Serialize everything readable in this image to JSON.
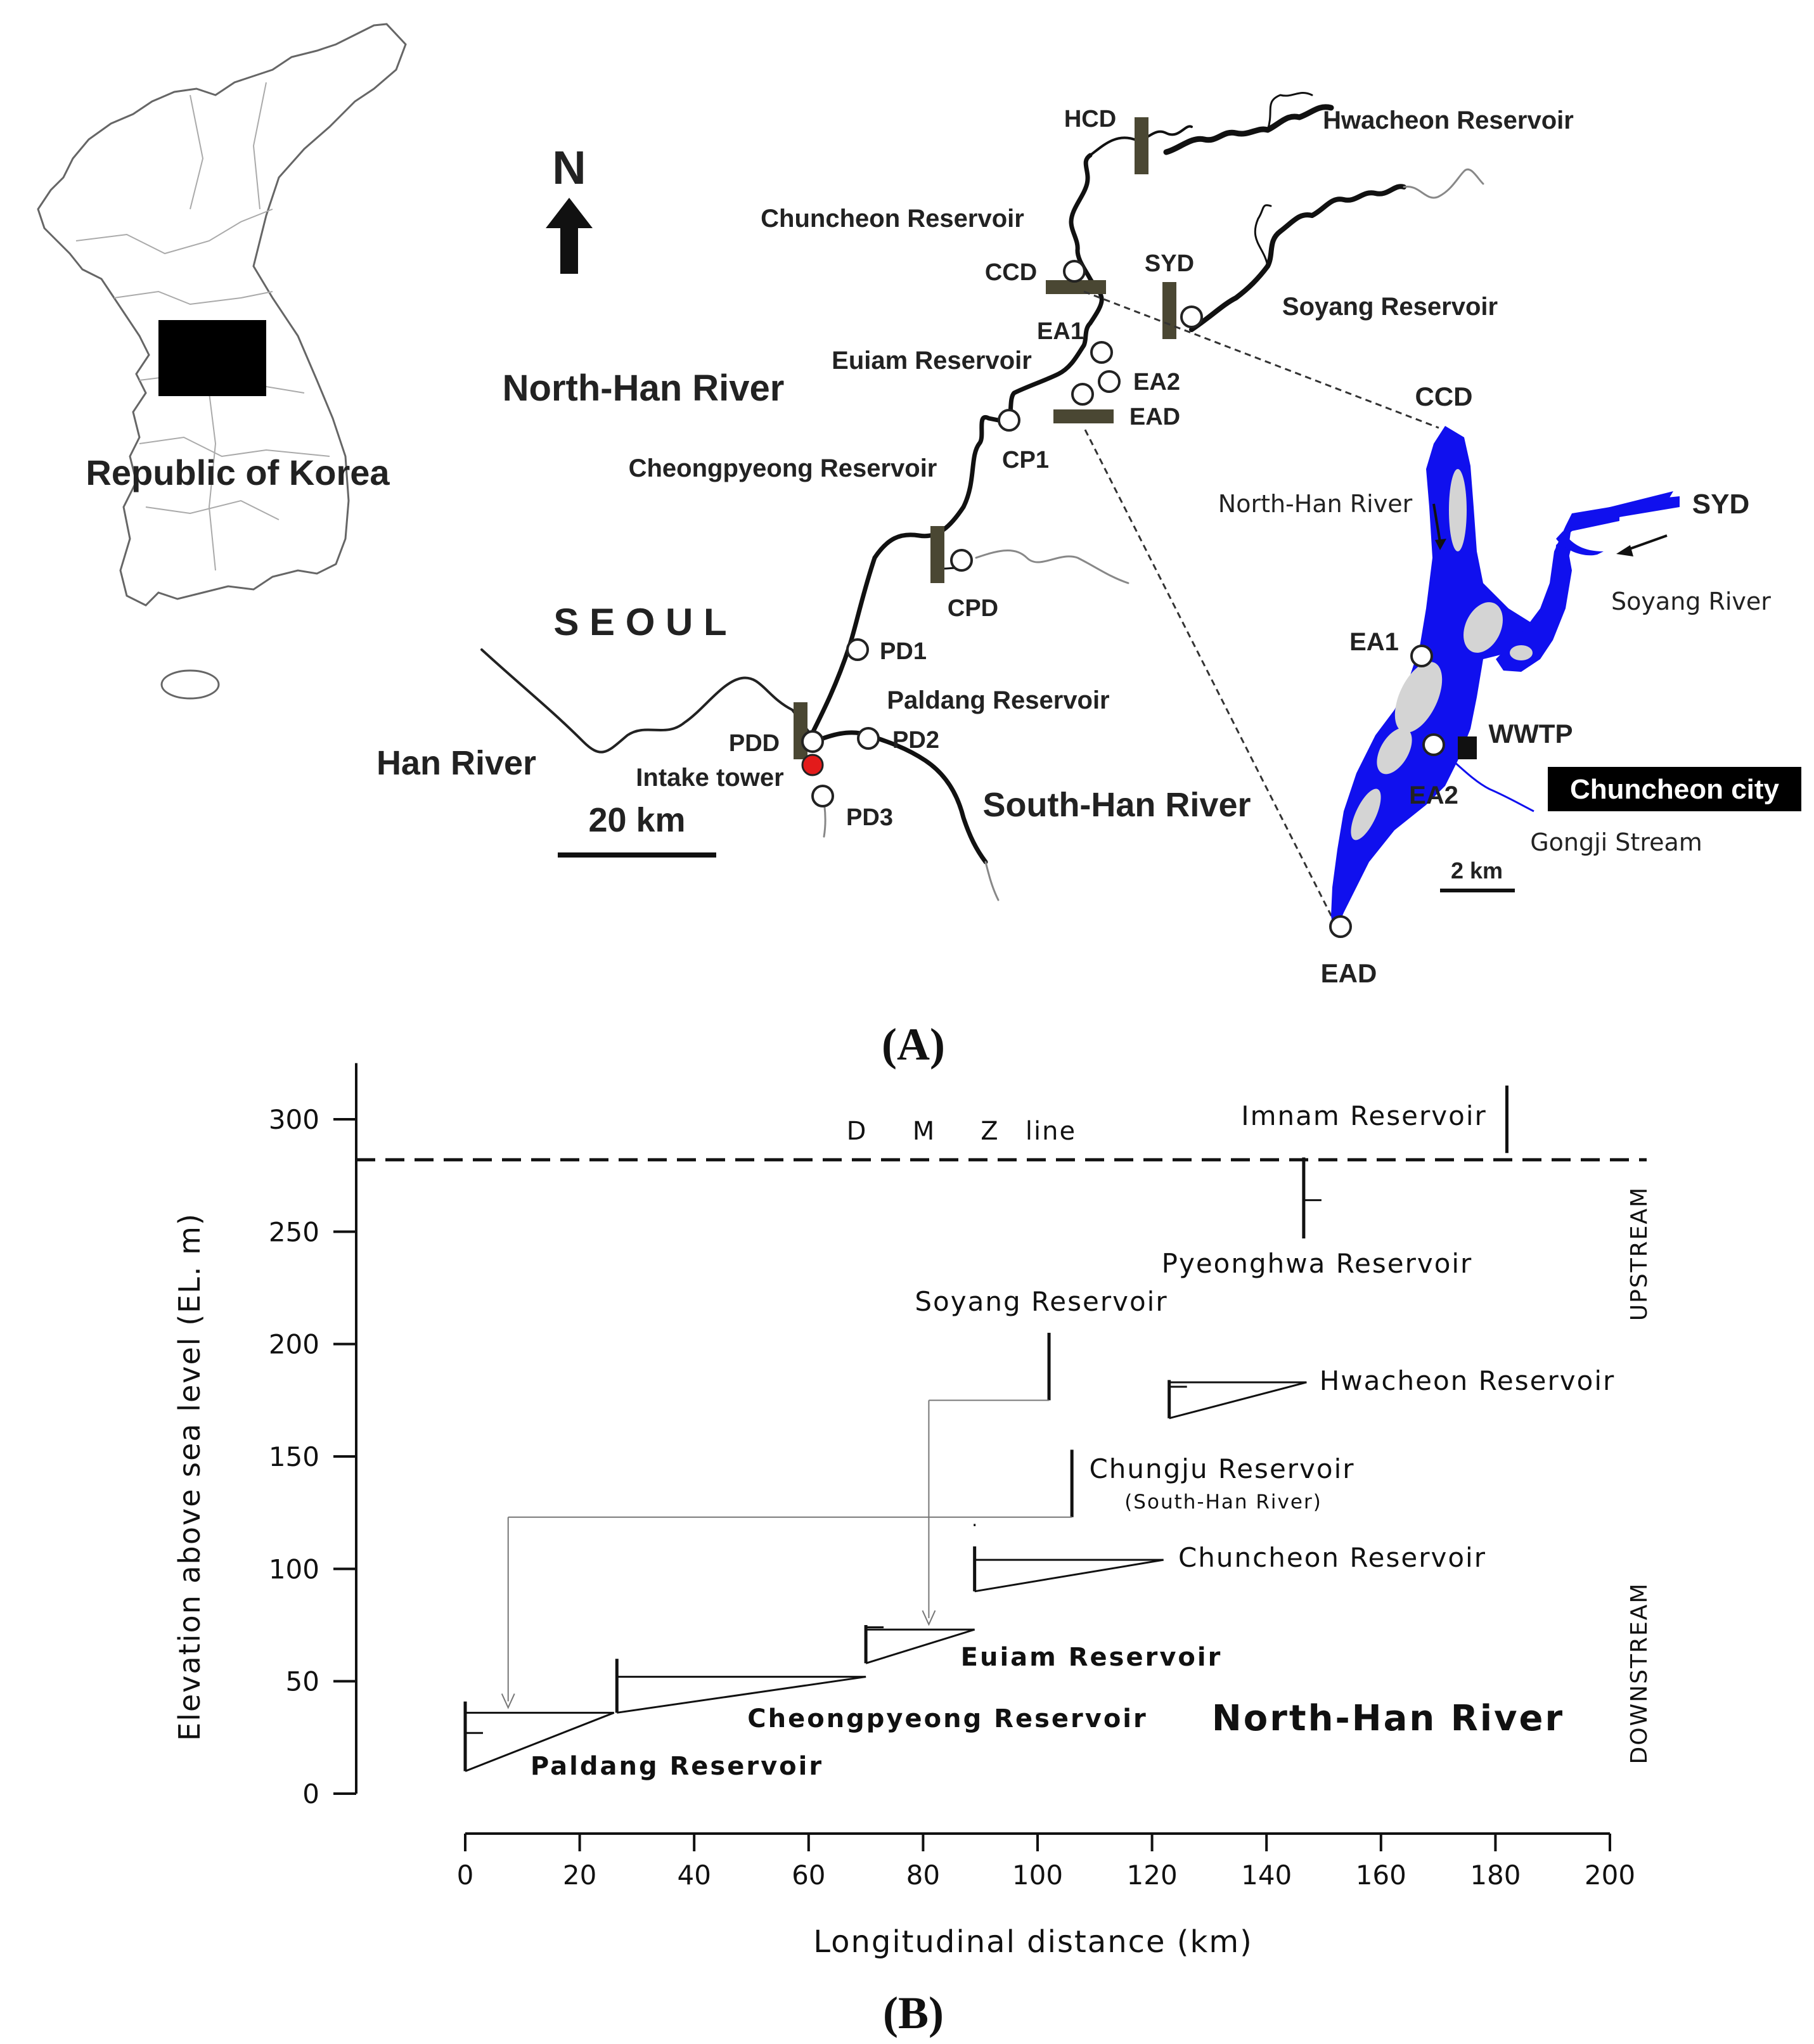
{
  "panel_a": {
    "caption": "(A)",
    "korea_inset": {
      "label": "Republic of Korea"
    },
    "north_arrow": "N",
    "places": {
      "seoul": "S E O U L",
      "han_river": "Han River",
      "north_han_river": "North-Han River",
      "south_han_river": "South-Han River",
      "intake_tower": "Intake tower"
    },
    "reservoirs": {
      "hwacheon": "Hwacheon Reservoir",
      "chuncheon": "Chuncheon Reservoir",
      "soyang": "Soyang Reservoir",
      "euiam": "Euiam Reservoir",
      "cheongpyeong": "Cheongpyeong Reservoir",
      "paldang": "Paldang Reservoir"
    },
    "dams": [
      "HCD",
      "CCD",
      "SYD",
      "EAD",
      "CPD",
      "PDD"
    ],
    "stations": [
      "EA1",
      "EA2",
      "CP1",
      "PD1",
      "PD2",
      "PD3"
    ],
    "scale_bar": "20 km",
    "inset_detail": {
      "ccd": "CCD",
      "syd": "SYD",
      "ead": "EAD",
      "north_han_river": "North-Han River",
      "soyang_river": "Soyang River",
      "ea1": "EA1",
      "ea2": "EA2",
      "wwtp": "WWTP",
      "chuncheon_city": "Chuncheon city",
      "gongji_stream": "Gongji Stream",
      "scale_bar": "2 km"
    },
    "colors": {
      "dam": "#4a4733",
      "intake": "#e31b1b",
      "inset_water": "#1010ee",
      "inset_island": "#d4d4d4"
    }
  },
  "panel_b": {
    "caption": "(B)",
    "chart_data": {
      "type": "line",
      "xlabel": "Longitudinal distance (km)",
      "ylabel": "Elevation above sea level (EL. m)",
      "xlim": [
        0,
        200
      ],
      "ylim": [
        0,
        300
      ],
      "x_ticks": [
        "0",
        "20",
        "40",
        "60",
        "80",
        "100",
        "120",
        "140",
        "160",
        "180",
        "200"
      ],
      "y_ticks": [
        "0",
        "50",
        "100",
        "150",
        "200",
        "250",
        "300"
      ],
      "dmz_line": {
        "label_letters": [
          "D",
          "M",
          "Z",
          "line"
        ],
        "elevation": 282
      },
      "side_labels": {
        "upstream": "UPSTREAM",
        "downstream": "DOWNSTREAM"
      },
      "region_label": "North-Han River",
      "reservoirs": [
        {
          "name": "Paldang Reservoir",
          "dam_x": 0,
          "dam_top": 41,
          "dam_bottom": 10,
          "water_level": 36,
          "head_x": 26,
          "marker": 27
        },
        {
          "name": "Cheongpyeong Reservoir",
          "dam_x": 26.5,
          "dam_top": 60,
          "dam_bottom": 36,
          "water_level": 52,
          "head_x": 70
        },
        {
          "name": "Euiam Reservoir",
          "dam_x": 70,
          "dam_top": 75,
          "dam_bottom": 58,
          "water_level": 73,
          "head_x": 89,
          "marker": 74
        },
        {
          "name": "Chuncheon Reservoir",
          "dam_x": 89,
          "dam_top": 110,
          "dam_bottom": 90,
          "water_level": 104,
          "head_x": 122
        },
        {
          "name": "Hwacheon Reservoir",
          "dam_x": 123,
          "dam_top": 184,
          "dam_bottom": 167,
          "water_level": 183,
          "head_x": 147,
          "marker": 181
        },
        {
          "name": "Soyang Reservoir",
          "dam_x": 102,
          "dam_top": 205,
          "dam_bottom": 175,
          "inflow_x": 81
        },
        {
          "name": "Chungju Reservoir",
          "note": "(South-Han River)",
          "dam_x": 106,
          "dam_top": 153,
          "dam_bottom": 123,
          "inflow_x": 7.5
        },
        {
          "name": "Pyeonghwa Reservoir",
          "dam_x": 146.5,
          "dam_top": 283,
          "dam_bottom": 247,
          "marker": 264
        },
        {
          "name": "Imnam Reservoir",
          "dam_x": 182,
          "dam_top": 315,
          "dam_bottom": 285
        }
      ]
    }
  }
}
